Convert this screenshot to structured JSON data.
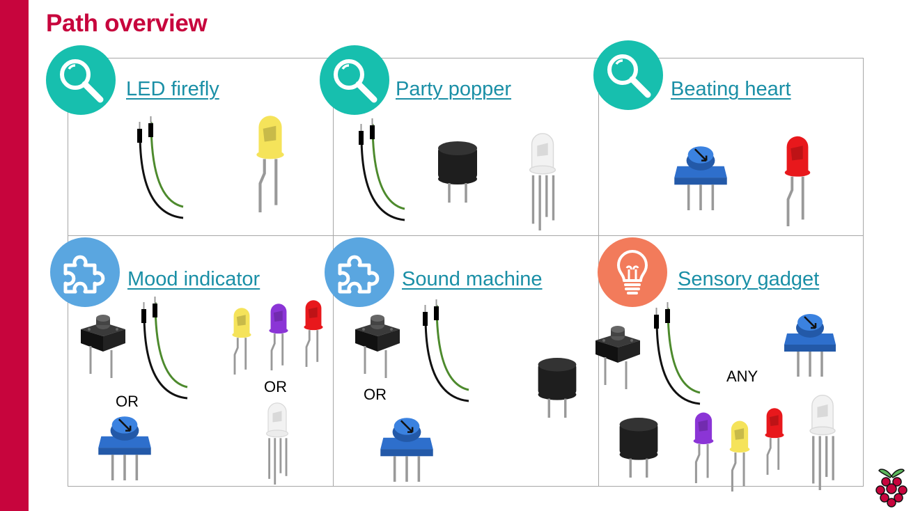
{
  "page": {
    "title": "Path overview"
  },
  "paths": [
    {
      "name": "LED firefly",
      "icon": "magnifier-icon"
    },
    {
      "name": "Party popper",
      "icon": "magnifier-icon"
    },
    {
      "name": "Beating heart",
      "icon": "magnifier-icon"
    },
    {
      "name": "Mood indicator",
      "icon": "puzzle-icon"
    },
    {
      "name": "Sound machine",
      "icon": "puzzle-icon"
    },
    {
      "name": "Sensory gadget",
      "icon": "lightbulb-icon"
    }
  ],
  "labels": {
    "or_1": "OR",
    "or_2": "OR",
    "or_3": "OR",
    "any": "ANY"
  },
  "colors": {
    "brand": "#c7053d",
    "link": "#1a8fa6",
    "teal": "#17bfae",
    "blue": "#5aa6e0",
    "orange": "#f27b5b"
  }
}
